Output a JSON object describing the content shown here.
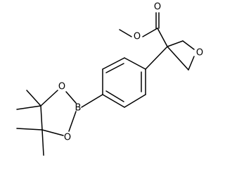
{
  "molecule": {
    "atoms": {
      "carbonyl_o": "O",
      "ester_o": "O",
      "oxetane_o": "O",
      "boron": "B",
      "dioxaborolane_o_top": "O",
      "dioxaborolane_o_bottom": "O"
    }
  }
}
